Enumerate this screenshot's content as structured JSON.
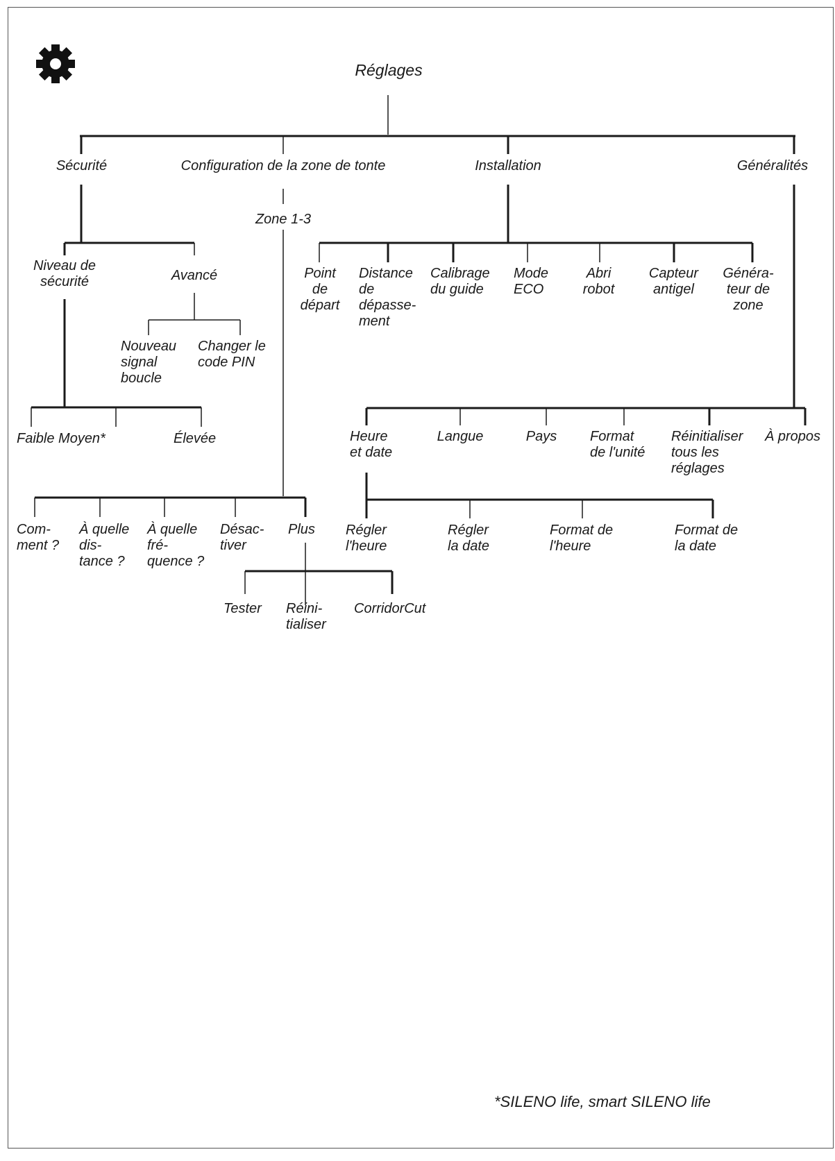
{
  "root": "Réglages",
  "sections": {
    "securite": {
      "label": "Sécurité",
      "niveau": {
        "label": "Niveau de\nsécurité",
        "options": [
          "Faible Moyen*",
          "Élevée"
        ]
      },
      "avance": {
        "label": "Avancé",
        "items": [
          "Nouveau\nsignal\nboucle",
          "Changer le\ncode PIN"
        ]
      }
    },
    "zone": {
      "label": "Configuration de la zone de tonte",
      "sub": "Zone 1-3",
      "items": [
        "Com-\nment ?",
        "À quelle\ndis-\ntance ?",
        "À quelle\nfré-\nquence ?",
        "Désac-\ntiver",
        "Plus"
      ],
      "plus_items": [
        "Tester",
        "Réini-\ntialiser",
        "CorridorCut"
      ]
    },
    "installation": {
      "label": "Installation",
      "items": [
        "Point\nde\ndépart",
        "Distance\nde\ndépasse-\nment",
        "Calibrage\ndu guide",
        "Mode\nECO",
        "Abri\nrobot",
        "Capteur\nantigel",
        "Généra-\nteur de\nzone"
      ]
    },
    "generalites": {
      "label": "Généralités",
      "items": [
        "Heure\net date",
        "Langue",
        "Pays",
        "Format\nde l'unité",
        "Réinitialiser\ntous les\nréglages",
        "À propos"
      ],
      "heure_items": [
        "Régler\nl'heure",
        "Régler\nla date",
        "Format de\nl'heure",
        "Format de\nla date"
      ]
    }
  },
  "footnote": "*SILENO life, smart SILENO life",
  "icons": {
    "settings": "gear-icon"
  },
  "colors": {
    "line": "#1a1a1a",
    "thin_line": "#444444",
    "text": "#1a1a1a",
    "frame": "#555555"
  }
}
